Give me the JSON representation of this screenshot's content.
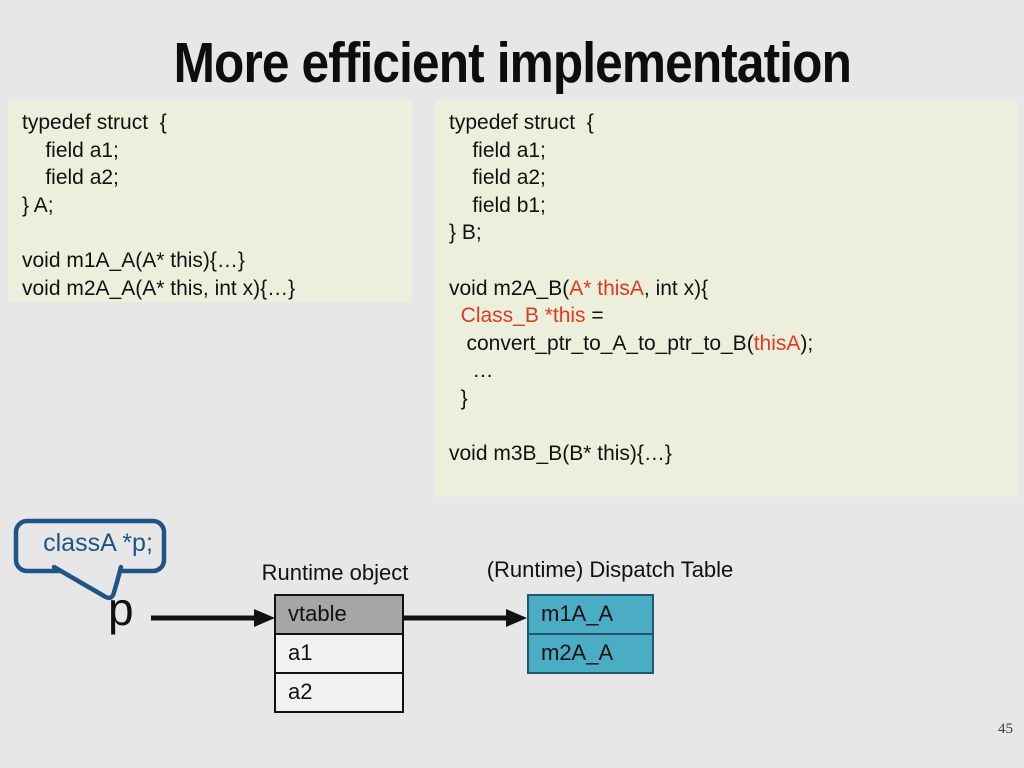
{
  "slide": {
    "title": "More efficient implementation",
    "page_number": "45"
  },
  "colors": {
    "background": "#e7e7e7",
    "title_color": "#0d0d0d",
    "code_box_bg": "#edefdd",
    "code_text": "#111111",
    "code_red": "#e03a1e",
    "callout_blue": "#1e5586",
    "table_gray_fill": "#a6a6a6",
    "table_light_fill": "#f2f2f2",
    "table_border_dark": "#111111",
    "dispatch_fill": "#4bacc6",
    "dispatch_border": "#205867",
    "arrow_black": "#111111",
    "page_number_color": "#404040"
  },
  "code_boxes": {
    "left": {
      "lines": [
        [
          {
            "t": "typedef struct  {"
          }
        ],
        [
          {
            "t": "    field a1;"
          }
        ],
        [
          {
            "t": "    field a2;"
          }
        ],
        [
          {
            "t": "} A;"
          }
        ],
        [
          {
            "t": ""
          }
        ],
        [
          {
            "t": "void m1A_A(A* this){…}"
          }
        ],
        [
          {
            "t": "void m2A_A(A* this, int x){…}"
          }
        ]
      ]
    },
    "right": {
      "lines": [
        [
          {
            "t": "typedef struct  {"
          }
        ],
        [
          {
            "t": "    field a1;"
          }
        ],
        [
          {
            "t": "    field a2;"
          }
        ],
        [
          {
            "t": "    field b1;"
          }
        ],
        [
          {
            "t": "} B;"
          }
        ],
        [
          {
            "t": ""
          }
        ],
        [
          {
            "t": "void m2A_B("
          },
          {
            "t": "A* thisA",
            "c": "code_red"
          },
          {
            "t": ", int x){"
          }
        ],
        [
          {
            "t": "  "
          },
          {
            "t": "Class_B *this",
            "c": "code_red"
          },
          {
            "t": " ="
          }
        ],
        [
          {
            "t": "   convert_ptr_to_A_to_ptr_to_B("
          },
          {
            "t": "thisA",
            "c": "code_red"
          },
          {
            "t": ");"
          }
        ],
        [
          {
            "t": "    …"
          }
        ],
        [
          {
            "t": "  }"
          }
        ],
        [
          {
            "t": ""
          }
        ],
        [
          {
            "t": "void m3B_B(B* this){…}"
          }
        ]
      ]
    }
  },
  "diagram": {
    "callout_text": "classA *p;",
    "pointer_label": "p",
    "runtime_object": {
      "label": "Runtime object",
      "rows": [
        {
          "text": "vtable",
          "fill": "#a6a6a6"
        },
        {
          "text": "a1",
          "fill": "#f2f2f2"
        },
        {
          "text": "a2",
          "fill": "#f2f2f2"
        }
      ]
    },
    "dispatch_table": {
      "label": "(Runtime) Dispatch Table",
      "rows": [
        {
          "text": "m1A_A",
          "fill": "#4bacc6"
        },
        {
          "text": "m2A_A",
          "fill": "#4bacc6"
        }
      ]
    }
  }
}
